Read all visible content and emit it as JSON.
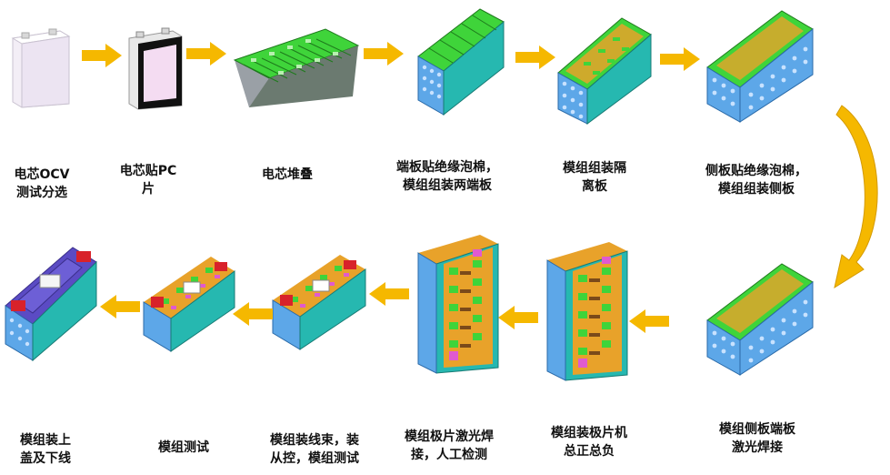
{
  "steps": [
    {
      "id": 1,
      "label": "电芯OCV\n测试分选"
    },
    {
      "id": 2,
      "label": "电芯贴PC\n片"
    },
    {
      "id": 3,
      "label": "电芯堆叠"
    },
    {
      "id": 4,
      "label": "端板贴绝缘泡棉，\n模组组装两端板"
    },
    {
      "id": 5,
      "label": "模组组装隔\n离板"
    },
    {
      "id": 6,
      "label": "侧板贴绝缘泡棉，\n模组组装侧板"
    },
    {
      "id": 7,
      "label": "模组侧板端板\n激光焊接"
    },
    {
      "id": 8,
      "label": "模组装极片机\n总正总负"
    },
    {
      "id": 9,
      "label": "模组极片激光焊\n接，人工检测"
    },
    {
      "id": 10,
      "label": "模组装线束，装\n从控，模组测试"
    },
    {
      "id": 11,
      "label": "模组测试"
    },
    {
      "id": 12,
      "label": "模组装上\n盖及下线"
    }
  ],
  "colors": {
    "arrow": "#f5b800",
    "cell_green": "#3fd43a",
    "end_plate_blue": "#5da7e8",
    "side_teal": "#26b8b0",
    "cover_purple": "#5b4bc4",
    "connector_red": "#d8222a",
    "busbar_orange": "#e8a22a",
    "wire_pink": "#e05ad0"
  }
}
